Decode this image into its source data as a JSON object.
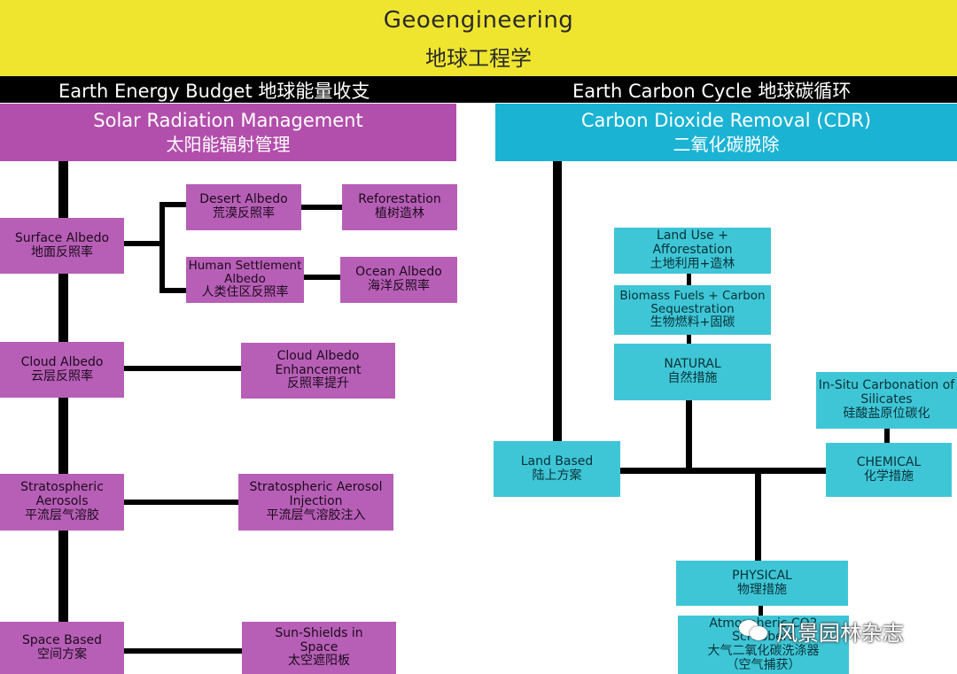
{
  "header": {
    "title_en": "Geoengineering",
    "title_zh": "地球工程学"
  },
  "bar": {
    "left": "Earth Energy Budget 地球能量收支",
    "right": "Earth Carbon Cycle 地球碳循环"
  },
  "srm": {
    "main": {
      "en": "Solar Radiation Management",
      "zh": "太阳能辐射管理"
    },
    "surface_albedo": {
      "en": "Surface Albedo",
      "zh": "地面反照率"
    },
    "desert_albedo": {
      "en": "Desert Albedo",
      "zh": "荒漠反照率"
    },
    "reforestation": {
      "en": "Reforestation",
      "zh": "植树造林"
    },
    "human_settlement": {
      "en": "Human Settlement Albedo",
      "zh": "人类住区反照率"
    },
    "ocean_albedo": {
      "en": "Ocean Albedo",
      "zh": "海洋反照率"
    },
    "cloud_albedo": {
      "en": "Cloud Albedo",
      "zh": "云层反照率"
    },
    "cloud_enhancement": {
      "en": "Cloud Albedo Enhancement",
      "zh": "反照率提升"
    },
    "strat_aerosols": {
      "en": "Stratospheric Aerosols",
      "zh": "平流层气溶胶"
    },
    "strat_injection": {
      "en": "Stratospheric Aerosol Injection",
      "zh": "平流层气溶胶注入"
    },
    "space_based": {
      "en": "Space Based",
      "zh": "空间方案"
    },
    "sun_shields": {
      "en": "Sun-Shields in Space",
      "zh": "太空遮阳板"
    }
  },
  "cdr": {
    "main": {
      "en": "Carbon Dioxide Removal (CDR)",
      "zh": "二氧化碳脱除"
    },
    "land_use": {
      "en": "Land Use + Afforestation",
      "zh": "土地利用+造林"
    },
    "biomass": {
      "en": "Biomass Fuels + Carbon Sequestration",
      "zh": "生物燃料+固碳"
    },
    "natural": {
      "en": "NATURAL",
      "zh": "自然措施"
    },
    "in_situ": {
      "en": "In-Situ Carbonation of Silicates",
      "zh": "硅酸盐原位碳化"
    },
    "land_based": {
      "en": "Land Based",
      "zh": "陆上方案"
    },
    "chemical": {
      "en": "CHEMICAL",
      "zh": "化学措施"
    },
    "physical": {
      "en": "PHYSICAL",
      "zh": "物理措施"
    },
    "atmospheric": {
      "en": "Atmospheric CO2 Scrubbers",
      "zh": "大气二氧化碳洗涤器",
      "zh2": "（空气捕获）"
    }
  },
  "watermark": {
    "text": "风景园林杂志",
    "icon": "wechat-icon"
  }
}
